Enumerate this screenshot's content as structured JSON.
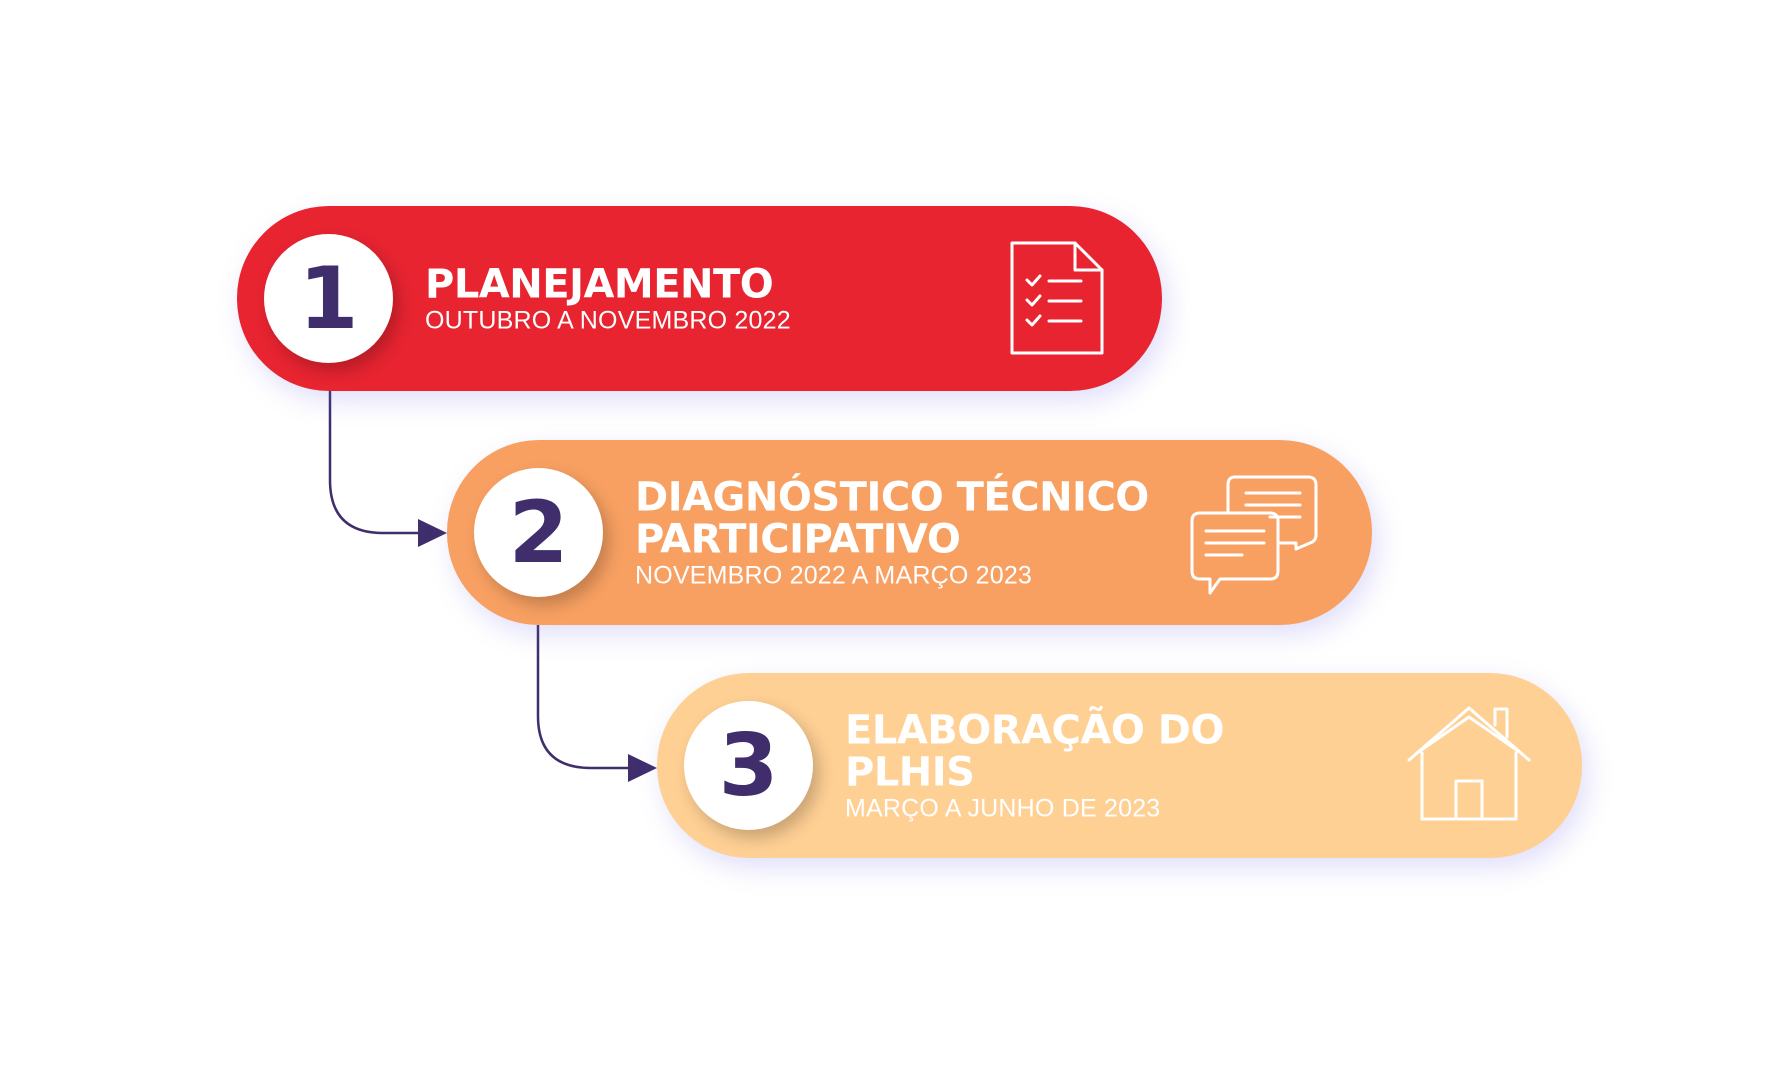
{
  "colors": {
    "step1": "#e82431",
    "step2": "#f8a062",
    "step3": "#ffd094",
    "number_color": "#3f2d6c",
    "connector": "#3f2d6c"
  },
  "steps": [
    {
      "number": "1",
      "title": "PLANEJAMENTO",
      "period": "OUTUBRO A NOVEMBRO 2022",
      "icon": "checklist-document-icon"
    },
    {
      "number": "2",
      "title": "DIAGNÓSTICO TÉCNICO\nPARTICIPATIVO",
      "period": "NOVEMBRO 2022 A MARÇO 2023",
      "icon": "chat-bubbles-icon"
    },
    {
      "number": "3",
      "title": "ELABORAÇÃO DO\nPLHIS",
      "period": "MARÇO A JUNHO DE 2023",
      "icon": "house-icon"
    }
  ]
}
